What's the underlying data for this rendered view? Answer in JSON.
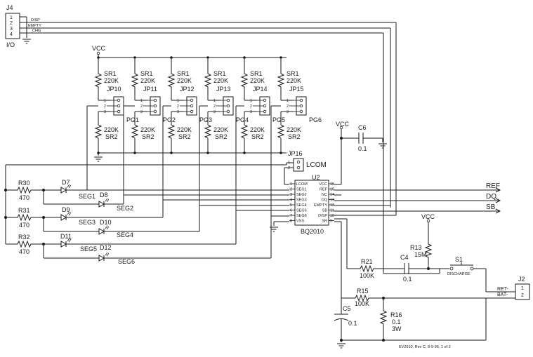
{
  "labels": {
    "j4": "J4",
    "j4_p1": "1",
    "j4_p2": "2",
    "j4_p3": "3",
    "j4_p4": "4",
    "io": "I/O",
    "sig_disp": "DISP",
    "sig_empty": "EMPTY",
    "sig_chg": "CHG",
    "vcc_top": "VCC",
    "vcc_c6": "VCC",
    "vcc_r13": "VCC",
    "jp16": "JP16",
    "lcom": "LCOM",
    "jp16_p1": "1",
    "jp16_p2": "2",
    "u2": "U2",
    "bq2010": "BQ2010",
    "r30": "R30",
    "r30_v": "470",
    "r31": "R31",
    "r31_v": "470",
    "r32": "R32",
    "r32_v": "470",
    "d7": "D7",
    "d8": "D8",
    "d9": "D9",
    "d10": "D10",
    "d11": "D11",
    "d12": "D12",
    "seg1": "SEG1",
    "seg2": "SEG2",
    "seg3": "SEG3",
    "seg4": "SEG4",
    "seg5": "SEG5",
    "seg6": "SEG6",
    "c6": "C6",
    "c6_v": "0.1",
    "ref": "REF",
    "dq": "DQ",
    "sb": "SB",
    "r21": "R21",
    "r21_v": "100K",
    "c4": "C4",
    "c4_v": "0.1",
    "r13": "R13",
    "r13_v": "15M",
    "s1": "S1",
    "discharge": "DISCHARGE",
    "j2": "J2",
    "j2_p1": "1",
    "j2_p2": "2",
    "ret": "RET-",
    "bat": "BAT-",
    "r15": "R15",
    "r15_v": "100K",
    "c5": "C5",
    "c5_v": "0.1",
    "r16": "R16",
    "r16_v": "0.1",
    "r16_w": "3W",
    "footer": "EV2010, Rev C, 8-9-96, 1 of 2"
  },
  "channels": [
    {
      "sr1": "SR1",
      "sr1_v": "220K",
      "jp": "JP10",
      "pg": "PG1",
      "sr2_v": "220K",
      "sr2": "SR2"
    },
    {
      "sr1": "SR1",
      "sr1_v": "220K",
      "jp": "JP11",
      "pg": "PG2",
      "sr2_v": "220K",
      "sr2": "SR2"
    },
    {
      "sr1": "SR1",
      "sr1_v": "220K",
      "jp": "JP12",
      "pg": "PG3",
      "sr2_v": "220K",
      "sr2": "SR2"
    },
    {
      "sr1": "SR1",
      "sr1_v": "220K",
      "jp": "JP13",
      "pg": "PG4",
      "sr2_v": "220K",
      "sr2": "SR2"
    },
    {
      "sr1": "SR1",
      "sr1_v": "220K",
      "jp": "JP14",
      "pg": "PG5",
      "sr2_v": "220K",
      "sr2": "SR2"
    },
    {
      "sr1": "SR1",
      "sr1_v": "220K",
      "jp": "JP15",
      "pg": "PG6",
      "sr2_v": "220K",
      "sr2": "SR2"
    }
  ],
  "jumper_pins": [
    "1",
    "2",
    "3"
  ],
  "u2_pins": [
    {
      "ln": "1",
      "lname": "LCOM",
      "rname": "VCC",
      "rn": "16"
    },
    {
      "ln": "2",
      "lname": "SEG1",
      "rname": "REF",
      "rn": "15"
    },
    {
      "ln": "3",
      "lname": "SEG2",
      "rname": "NC",
      "rn": "14"
    },
    {
      "ln": "4",
      "lname": "SEG3",
      "rname": "DQ",
      "rn": "13"
    },
    {
      "ln": "5",
      "lname": "SEG4",
      "rname": "EMPTY",
      "rn": "12"
    },
    {
      "ln": "6",
      "lname": "SEG5",
      "rname": "SB",
      "rn": "11"
    },
    {
      "ln": "7",
      "lname": "SEG6",
      "rname": "DISP",
      "rn": "10"
    },
    {
      "ln": "8",
      "lname": "VSS",
      "rname": "SR",
      "rn": "9"
    }
  ]
}
